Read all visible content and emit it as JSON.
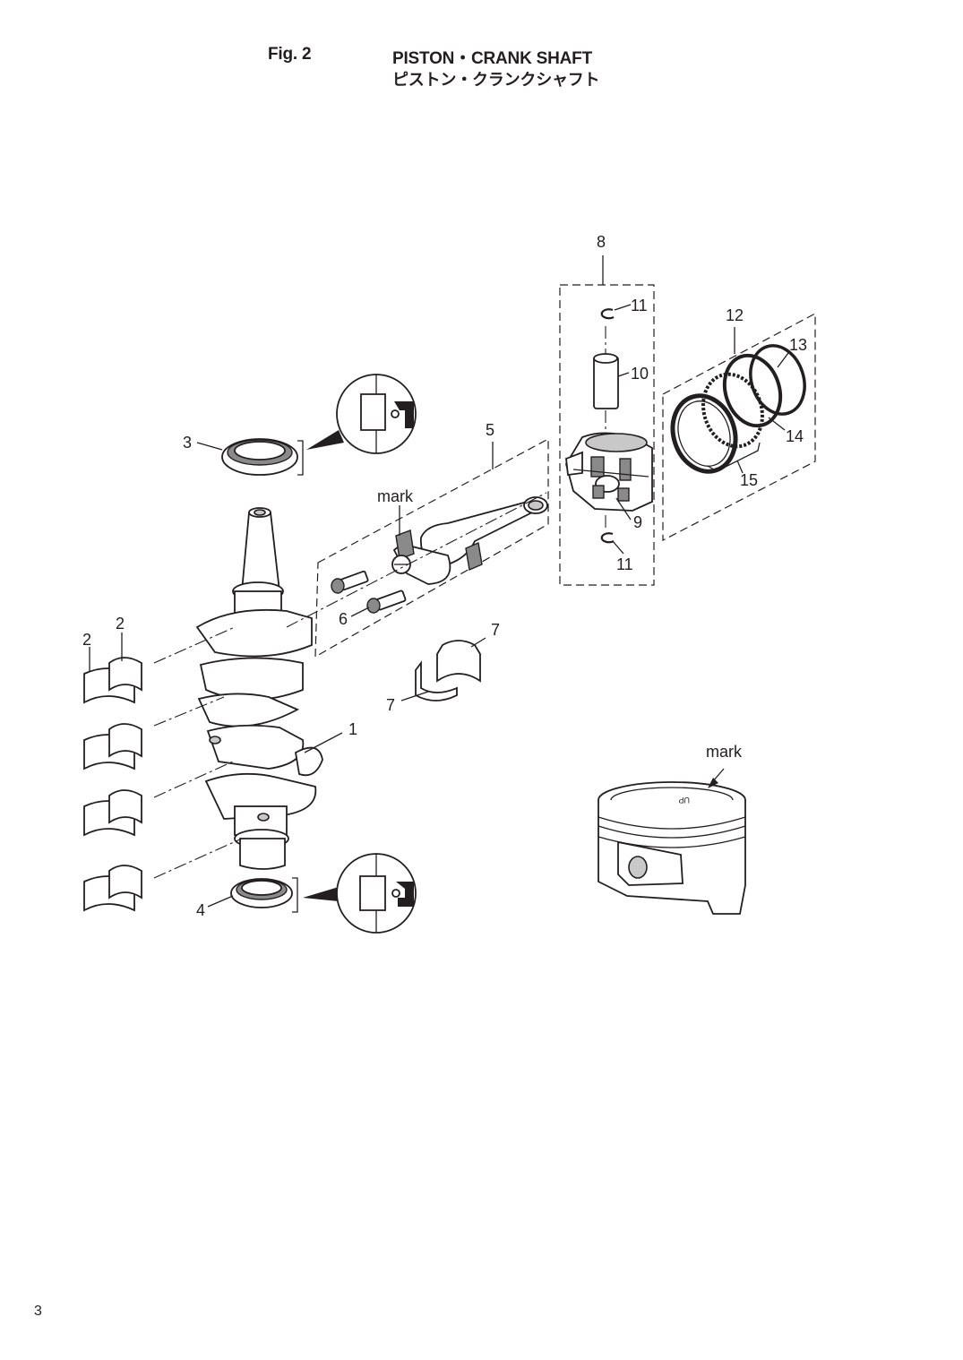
{
  "header": {
    "fig_label": "Fig. 2",
    "title_en": "PISTON・CRANK SHAFT",
    "title_ja": "ピストン・クランクシャフト"
  },
  "callouts": {
    "c1": "1",
    "c2a": "2",
    "c2b": "2",
    "c3": "3",
    "c4": "4",
    "c5": "5",
    "c6": "6",
    "c7a": "7",
    "c7b": "7",
    "c8": "8",
    "c9": "9",
    "c10": "10",
    "c11a": "11",
    "c11b": "11",
    "c12": "12",
    "c13": "13",
    "c14": "14",
    "c15": "15"
  },
  "annotations": {
    "mark_rod": "mark",
    "mark_piston": "mark",
    "piston_top": "UP"
  },
  "footer": {
    "page_number": "3"
  }
}
